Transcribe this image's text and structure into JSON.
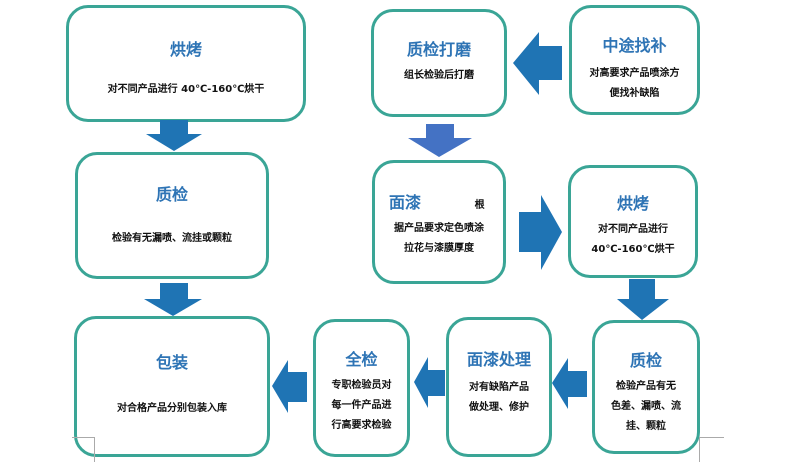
{
  "steps": {
    "bake1": {
      "title": "烘烤",
      "desc": "对不同产品进行 40℃-160℃烘干"
    },
    "qc1": {
      "title": "质检",
      "desc": "检验有无漏喷、流挂或颗粒"
    },
    "pack": {
      "title": "包装",
      "desc": "对合格产品分别包装入库"
    },
    "polish": {
      "title": "质检打磨",
      "desc": "组长检验后打磨"
    },
    "touchup": {
      "title": "中途找补",
      "desc_lines": [
        "对高要求产品喷涂方",
        "便找补缺陷"
      ]
    },
    "topcoat": {
      "title": "面漆",
      "title_suffix": "根",
      "desc_lines": [
        "据产品要求定色喷涂",
        "拉花与漆膜厚度"
      ]
    },
    "bake2": {
      "title": "烘烤",
      "desc_lines": [
        "对不同产品进行",
        "40℃-160℃烘干"
      ]
    },
    "fullqc": {
      "title": "全检",
      "desc_lines": [
        "专职检验员对",
        "每一件产品进",
        "行高要求检验"
      ]
    },
    "repair": {
      "title": "面漆处理",
      "desc_lines": [
        "对有缺陷产品",
        "做处理、修护"
      ]
    },
    "qc2": {
      "title": "质检",
      "desc_lines": [
        "检验产品有无",
        "色差、漏喷、流",
        "挂、颗粒"
      ]
    }
  },
  "colors": {
    "border": "#3aa596",
    "title": "#2e74b5",
    "arrow": "#1f74b4",
    "arrow_alt": "#4472c4"
  }
}
